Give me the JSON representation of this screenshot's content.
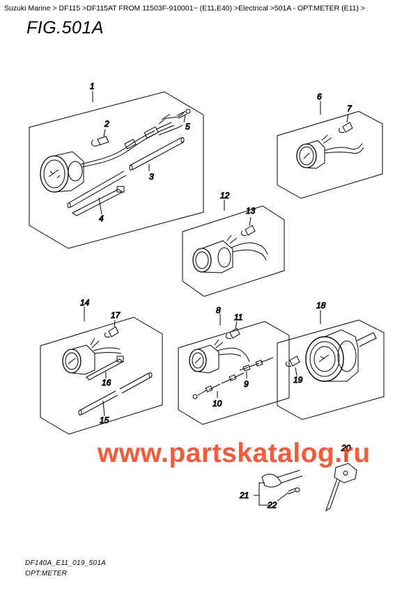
{
  "breadcrumb": "Suzuki Marine > DF115 >DF115AT FROM 11503F-910001~ (E11,E40) >Electrical >501A - OPT:METER (E11) >",
  "figure_title": "FIG.501A",
  "watermark": "www.partskatalog.ru",
  "footer": {
    "code": "DF140A_E11_019_501A",
    "name": "OPT:METER"
  },
  "callouts": {
    "c1": "1",
    "c2": "2",
    "c3": "3",
    "c4": "4",
    "c5": "5",
    "c6": "6",
    "c7": "7",
    "c8": "8",
    "c9": "9",
    "c10": "10",
    "c11": "11",
    "c12": "12",
    "c13": "13",
    "c14": "14",
    "c15": "15",
    "c16": "16",
    "c17": "17",
    "c18": "18",
    "c19": "19",
    "c20": "20",
    "c21": "21",
    "c22": "22"
  }
}
